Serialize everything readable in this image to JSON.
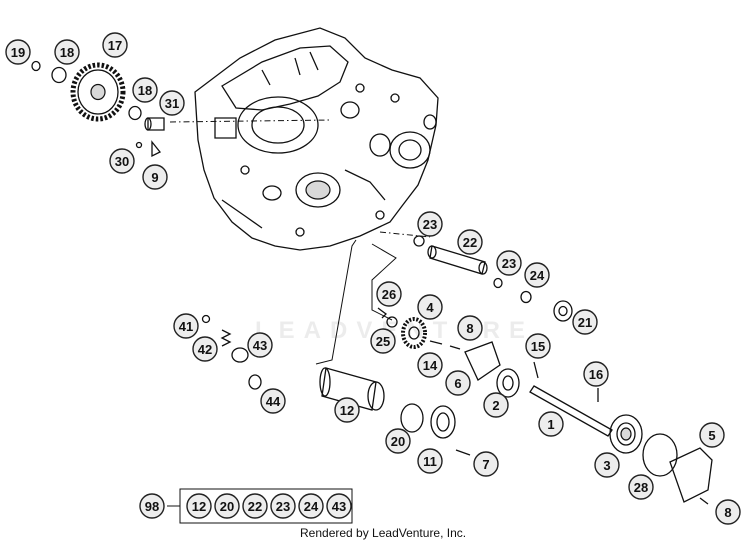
{
  "watermark_text": "LEADVENTURE",
  "credit": "Rendered by LeadVenture, Inc.",
  "kit": {
    "number": "98",
    "contents": [
      "12",
      "20",
      "22",
      "23",
      "24",
      "43"
    ]
  },
  "callouts": [
    "19",
    "18",
    "17",
    "18",
    "31",
    "30",
    "9",
    "23",
    "22",
    "23",
    "24",
    "26",
    "4",
    "8",
    "25",
    "41",
    "42",
    "43",
    "44",
    "14",
    "6",
    "15",
    "21",
    "16",
    "2",
    "12",
    "1",
    "20",
    "11",
    "7",
    "3",
    "5",
    "28",
    "8"
  ]
}
